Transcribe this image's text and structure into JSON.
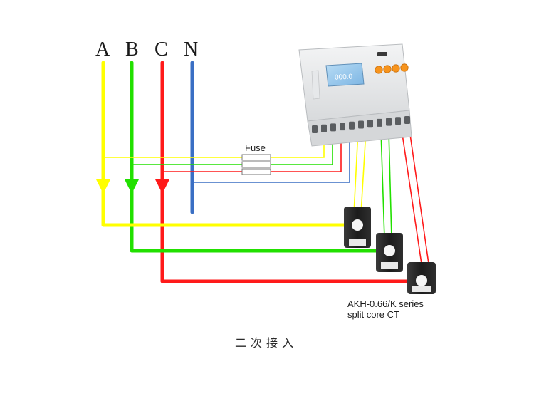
{
  "phases": [
    {
      "label": "A",
      "color": "#ffff00"
    },
    {
      "label": "B",
      "color": "#22e000"
    },
    {
      "label": "C",
      "color": "#ff1a1a"
    },
    {
      "label": "N",
      "color": "#3a6fc4"
    }
  ],
  "fuse_label": "Fuse",
  "meter": {
    "display_value": "000.0",
    "panel_colors": [
      "#eceef0",
      "#8fc2ea",
      "#f7941d"
    ]
  },
  "ct_caption": {
    "line1": "AKH-0.66/K  series",
    "line2": "split core CT"
  },
  "footer_caption": "二次接入"
}
